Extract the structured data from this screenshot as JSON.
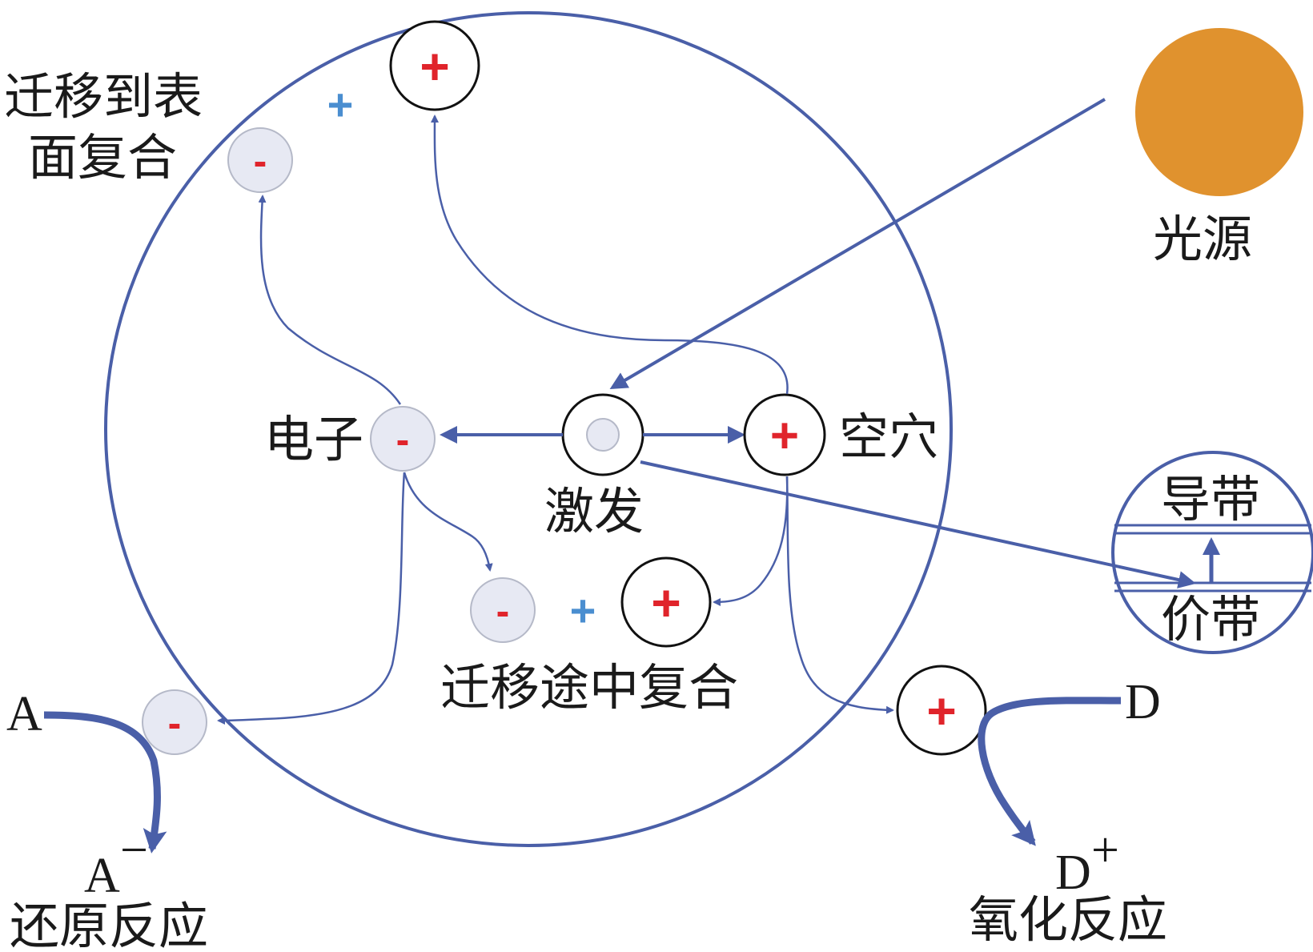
{
  "colors": {
    "arrow": "#4a5fa8",
    "plus": "#e0242b",
    "light_plus": "#4a8ed0",
    "electron_fill": "#e7e9f3",
    "electron_stroke": "#b5b9c8",
    "light_source": "#e0922e",
    "text": "#1a1a1a"
  },
  "labels": {
    "surface_recombination_line1": "迁移到表",
    "surface_recombination_line2": "面复合",
    "light_source": "光源",
    "electron": "电子",
    "hole": "空穴",
    "excitation": "激发",
    "migration_recombination": "迁移途中复合",
    "conduction_band": "导带",
    "valence_band": "价带",
    "acceptor": "A",
    "acceptor_reduced": "A",
    "acceptor_reduced_sup": "−",
    "reduction_reaction": "还原反应",
    "donor": "D",
    "donor_oxidized": "D",
    "donor_oxidized_sup": "+",
    "oxidation_reaction": "氧化反应"
  },
  "symbols": {
    "plus": "+",
    "minus": "-"
  }
}
